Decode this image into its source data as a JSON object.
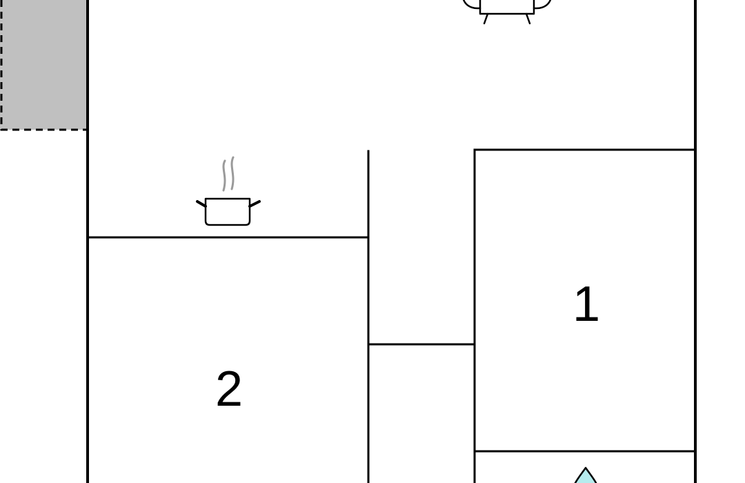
{
  "floorplan": {
    "rooms": [
      {
        "id": "bedroom-1",
        "label": "1"
      },
      {
        "id": "bedroom-2",
        "label": "2"
      }
    ],
    "icons": {
      "living": "armchair-icon",
      "kitchen": "cooking-pot-icon",
      "bathroom": "water-drop-icon"
    },
    "colors": {
      "walls": "#000000",
      "background": "#ffffff",
      "outdoor_area": "#c0c0c0",
      "water_drop": "#b5ecee"
    }
  }
}
